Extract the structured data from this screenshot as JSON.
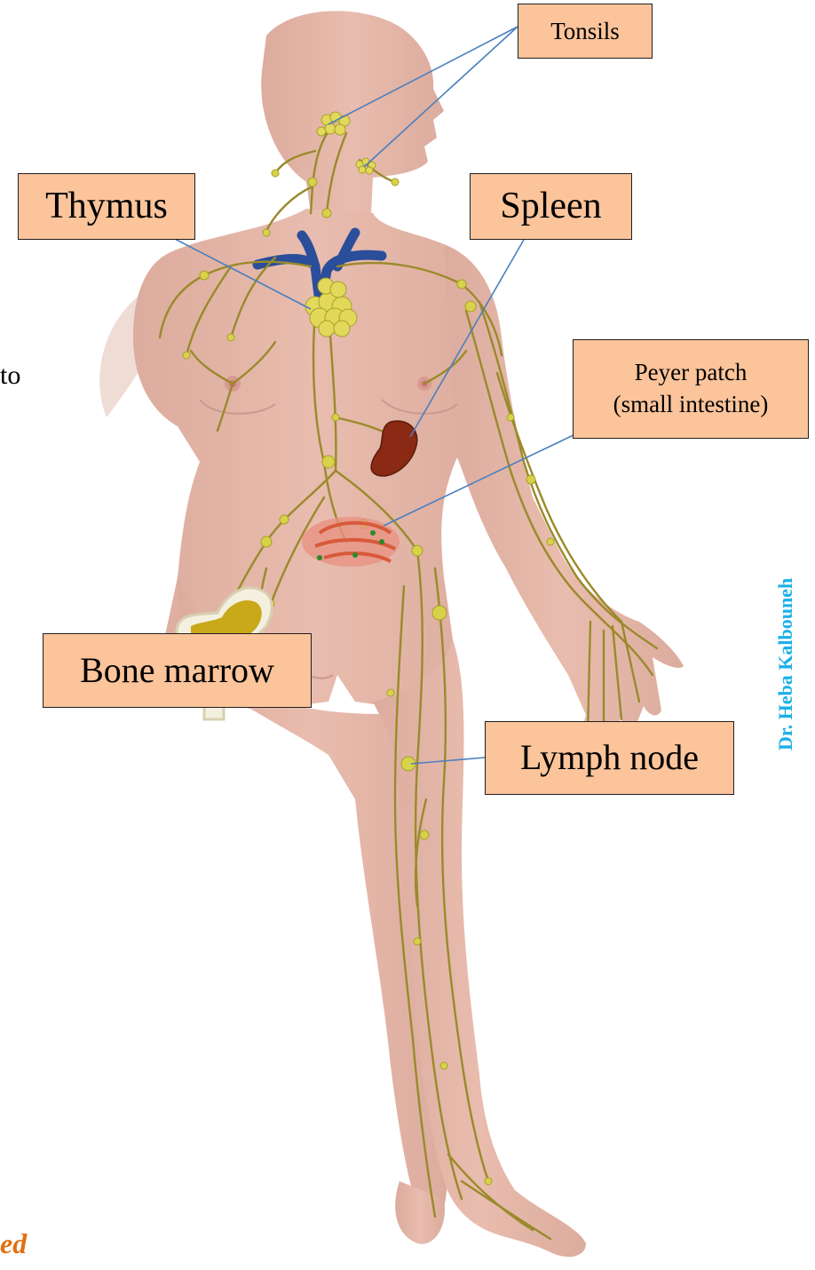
{
  "labels": {
    "tonsils": "Tonsils",
    "thymus": "Thymus",
    "spleen": "Spleen",
    "peyer_line1": "Peyer patch",
    "peyer_line2": "(small intestine)",
    "bone_marrow": "Bone marrow",
    "lymph_node": "Lymph node"
  },
  "fragments": {
    "left_text": "to",
    "bottom_text": "ed"
  },
  "watermark": "Dr. Heba Kalbouneh",
  "colors": {
    "label_fill": "#fbc49b",
    "skin": "#e6b8aa",
    "lymph_vessel": "#9a8a2a",
    "lymph_node": "#d8d24a",
    "vein": "#2a4e9a",
    "spleen": "#8a2a14",
    "intestine": "#d85a3a",
    "bone_marrow": "#c9a81a",
    "leader_line": "#4a7fbf",
    "watermark": "#1ab0e8",
    "fragment_orange": "#e07010"
  }
}
